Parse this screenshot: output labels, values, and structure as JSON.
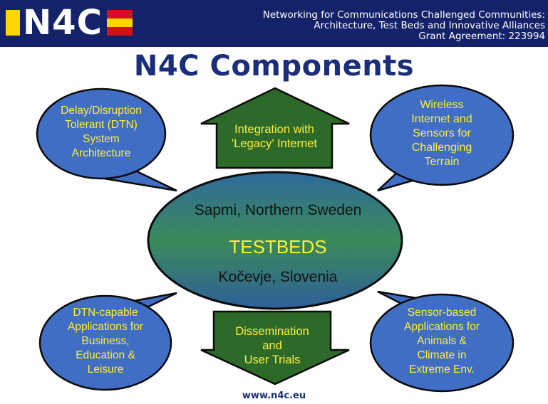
{
  "header": {
    "logo_text": "N4C",
    "line1": "Networking for Communications Challenged Communities:",
    "line2": "Architecture, Test Beds and Innovative Alliances",
    "line3": "Grant Agreement:  223994"
  },
  "title": "N4C Components",
  "center": {
    "top": "Sapmi, Northern Sweden",
    "label": "TESTBEDS",
    "bottom": "Kočevje, Slovenia"
  },
  "arrows": {
    "up": [
      "Integration with",
      "'Legacy' Internet"
    ],
    "down": [
      "Dissemination",
      "and",
      "User Trials"
    ]
  },
  "bubbles": {
    "top_left": [
      "Delay/Disruption",
      "Tolerant (DTN)",
      "System",
      "Architecture"
    ],
    "top_right": [
      "Wireless",
      "Internet and",
      "Sensors for",
      "Challenging",
      "Terrain"
    ],
    "bottom_left": [
      "DTN-capable",
      "Applications for",
      "Business,",
      "Education &",
      "Leisure"
    ],
    "bottom_right": [
      "Sensor-based",
      "Applications for",
      "Animals &",
      "Climate in",
      "Extreme Env."
    ]
  },
  "footer": "www.n4c.eu",
  "colors": {
    "banner": "#14226a",
    "title": "#1a2e7a",
    "bubble_fill": "#3f6ec4",
    "arrow_fill": "#2d6a2a",
    "text_yellow": "#ffee33"
  }
}
